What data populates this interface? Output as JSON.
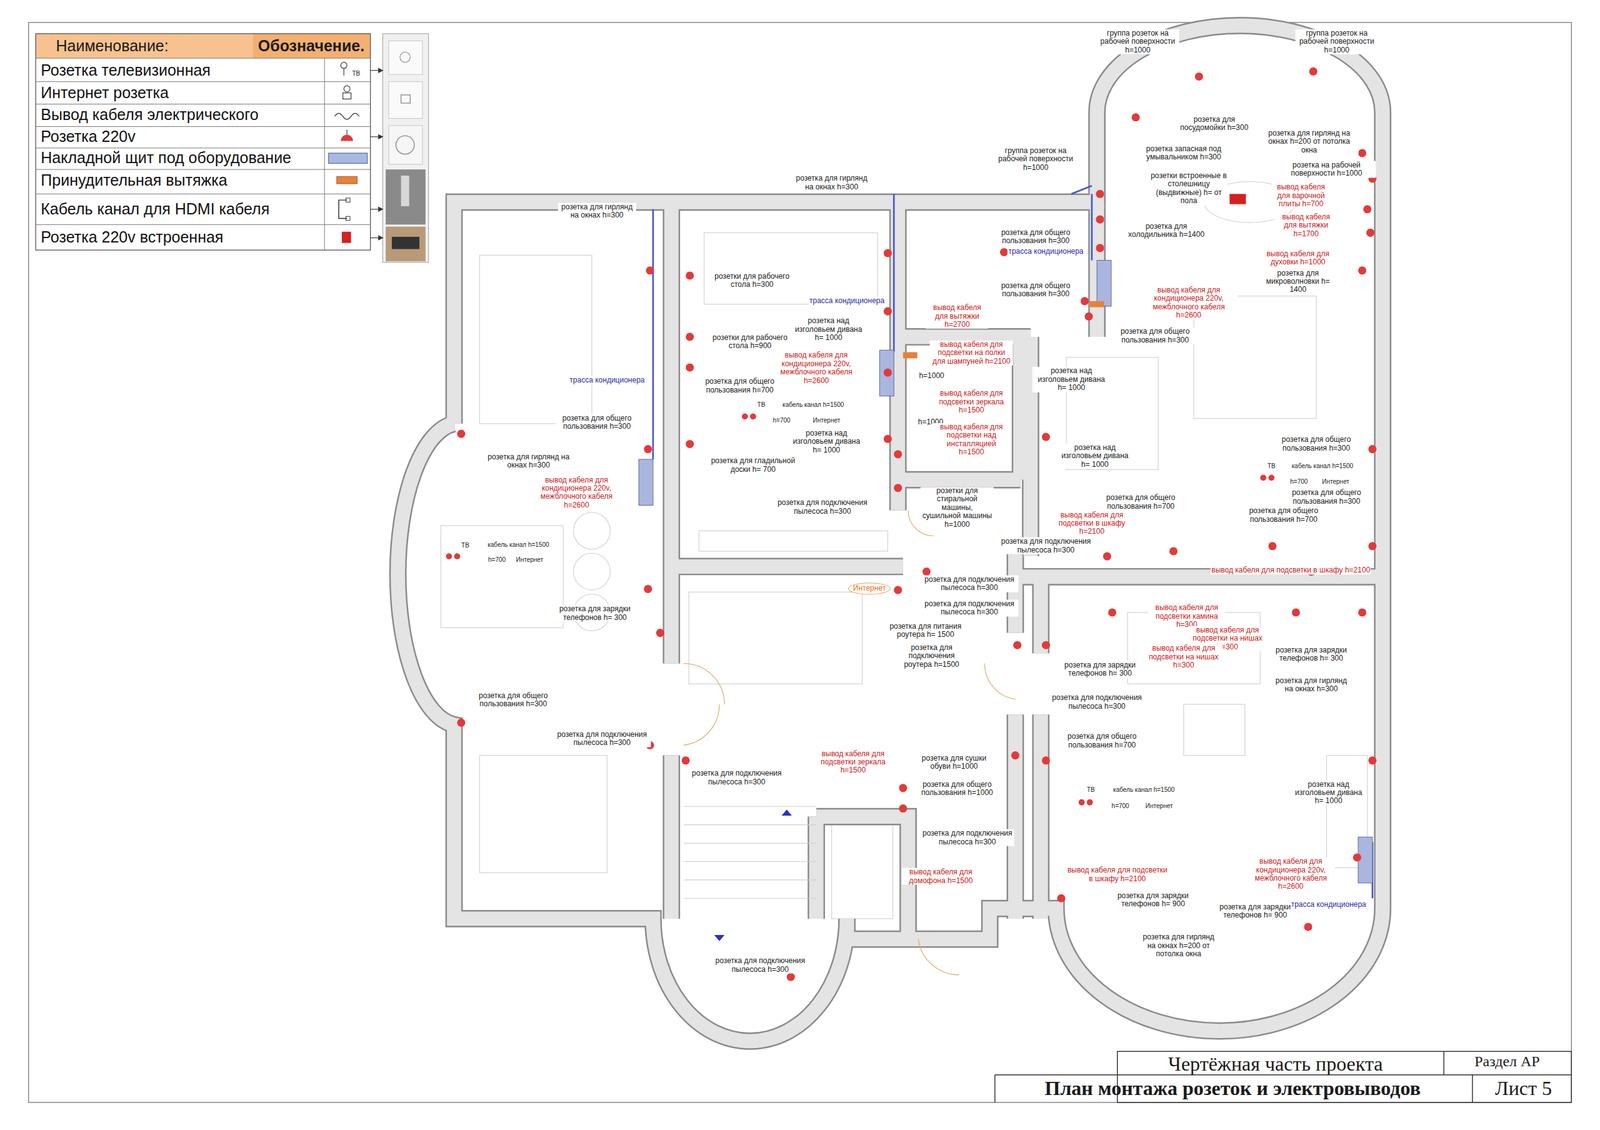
{
  "diagram": {
    "labels": [
      "Наименование:",
      "Обозначение.",
      "ТВ",
      "группа розеток на рабочей поверхности h=1000",
      "группа розеток на рабочей поверхности h=1000",
      "розетка для посудомойки h=300",
      "розетка для гирлянд на окнах h=200 от потолка окна",
      "розетка запасная под умывальником h=300",
      "группа розеток на рабочей поверхности h=1000",
      "розетка на рабочей поверхности h=1000",
      "розетки встроенные в столешницу (выдвижные) h= от пола",
      "вывод кабеля для варочной плиты h=700",
      "вывод кабеля для вытяжки h=1700",
      "розетка для холодильника h=1400",
      "трасса кондиционера",
      "вывод кабеля для духовки h=1000",
      "розетка для микроволновки h= 1400",
      "розетка для общего пользования h=300",
      "розетка для общего пользования h=300",
      "вывод кабеля для кондиционера 220v, межблочного кабеля h=2600",
      "розетка для общего пользования h=300",
      "розетка для гирлянд на окнах h=300",
      "розетки для рабочего стола h=300",
      "трасса кондиционера",
      "вывод кабеля для вытяжки h=2700",
      "розетка над изголовьем дивана h= 1000",
      "розетки для рабочего стола h=900",
      "вывод кабеля для подсветки на полки для шампуней h=2100",
      "вывод кабеля для кондиционера 220v, межблочного кабеля h=2600",
      "h=1000",
      "розетка над изголовьем дивана h= 1000",
      "розетка для общего пользования h=700",
      "вывод кабеля для подсветки зеркала h=1500",
      "ТВ",
      "кабель канал h=1500",
      "h=700",
      "Интернет",
      "h=1000",
      "вывод кабеля для подсветки над инсталляцией h=1500",
      "розетка над изголовьем дивана h= 1000",
      "розетка над изголовьем дивана h= 1000",
      "розетка для гладильной доски h= 700",
      "розетки для стиральной машины, сушильной машины h=1000",
      "розетка для подключения пылесоса h=300",
      "розетка для гирлянд на окнах h=300",
      "трасса кондиционера",
      "розетка для общего пользования h=300",
      "розетка для гирлянд на окнах h=300",
      "вывод кабеля для кондиционера 220v, межблочного кабеля h=2600",
      "ТВ",
      "кабель канал h=1500",
      "h=700",
      "Интернет",
      "розетка для зарядки телефонов h= 300",
      "розетка для общего пользования h=300",
      "розетка для подключения пылесоса h=300",
      "розетка для подключения пылесоса h=300",
      "вывод кабеля для подсветки зеркала h=1500",
      "розетка для сушки обуви h=1000",
      "розетка для общего пользования h=1000",
      "розетка для подключения пылесоса h=300",
      "вывод кабеля для домофона h=1500",
      "розетка для подключения пылесоса h=300",
      "Интернет",
      "розетка для подключения пылесоса h=300",
      "розетка для подключения пылесоса h=300",
      "розетка для питания роутера h= 1500",
      "розетка для подключения роутера h=1500",
      "розетка для подключения пылесоса h=300",
      "розетка для общего пользования h=700",
      "вывод кабеля для подсветки в шкафу h=2100",
      "розетка для общего пользования h=300",
      "ТВ",
      "кабель канал h=1500",
      "h=700",
      "Интернет",
      "розетка для общего пользования h=300",
      "розетка для общего пользования h=700",
      "вывод кабеля для подсветки в шкафу h=2100",
      "вывод кабеля для подсветки камина h=300",
      "вывод кабеля для подсветки на нишах h=300",
      "вывод кабеля для подсветки на нишах h=300",
      "розетка для зарядки телефонов h= 300",
      "розетка для зарядки телефонов h= 300",
      "розетка для гирлянд на окнах h=300",
      "розетка для подключения пылесоса h=300",
      "розетка для общего пользования h=700",
      "ТВ",
      "кабель канал h=1500",
      "h=700",
      "Интернет",
      "розетка над изголовьем дивана h= 1000",
      "вывод кабеля для кондиционера 220v, межблочного кабеля h=2600",
      "трасса кондиционера",
      "вывод кабеля для подсветки в шкафу h=2100",
      "розетка для зарядки телефонов h= 900",
      "розетка для зарядки телефонов h= 900",
      "розетка для гирлянд на окнах h=200 от потолка окна",
      "Чертёжная часть проекта",
      "Раздел АР",
      "План монтажа розеток и электровыводов",
      "Лист 5"
    ],
    "legend": [
      {
        "text": "Розетка телевизионная"
      },
      {
        "text": "Интернет розетка"
      },
      {
        "text": "Вывод кабеля электрического"
      },
      {
        "text": "Розетка 220v"
      },
      {
        "text": "Накладной щит под оборудование"
      },
      {
        "text": "Принудительная вытяжка"
      },
      {
        "text": "Кабель канал для HDMI кабеля"
      },
      {
        "text": "Розетка 220v встроенная"
      }
    ]
  }
}
